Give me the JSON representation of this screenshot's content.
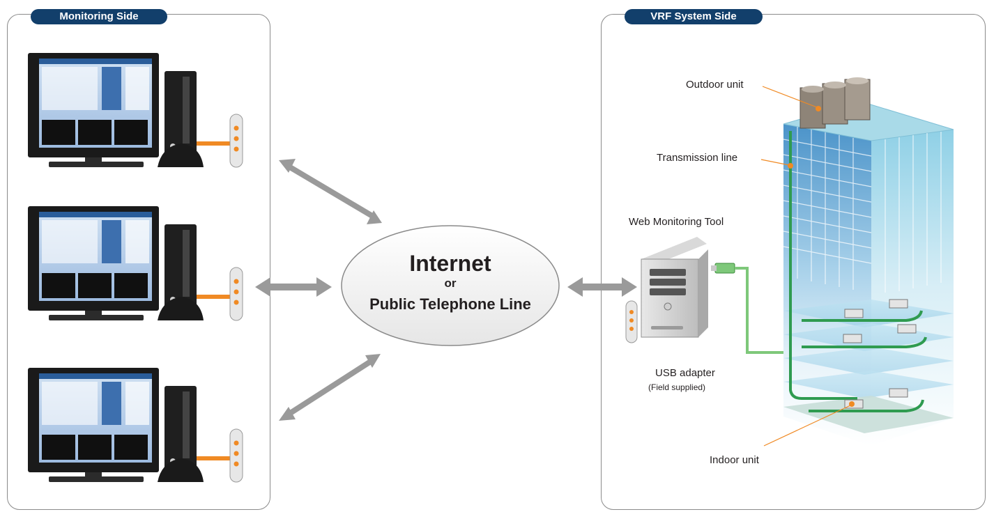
{
  "monitoring_side": {
    "tab_label": "Monitoring Side"
  },
  "vrf_side": {
    "tab_label": "VRF System Side"
  },
  "network": {
    "title": "Internet",
    "connector": "or",
    "subtitle": "Public Telephone Line"
  },
  "labels": {
    "outdoor_unit": "Outdoor unit",
    "transmission_line": "Transmission line",
    "web_monitoring_tool": "Web Monitoring Tool",
    "usb_adapter": "USB adapter",
    "field_supplied": "(Field supplied)",
    "indoor_unit": "Indoor unit"
  },
  "colors": {
    "tab_bg": "#123f6b",
    "arrow": "#9a9a9a",
    "orange_cable": "#f08a24",
    "green_pipe": "#3aa35a",
    "glass": "#a9d6ea"
  }
}
